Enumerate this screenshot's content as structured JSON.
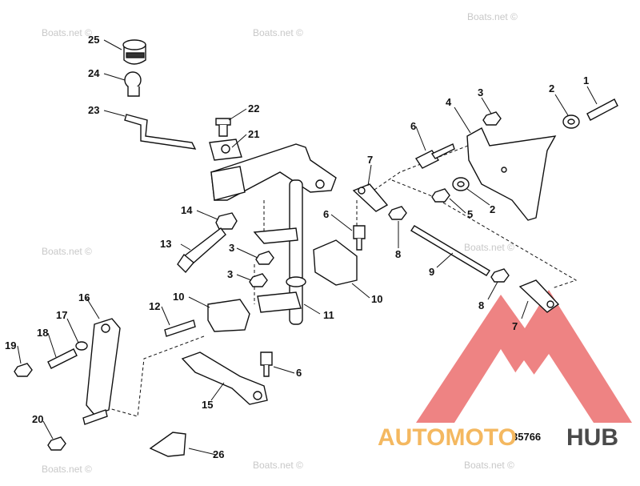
{
  "watermarks": [
    "Boats.net ©",
    "Boats.net ©",
    "Boats.net ©",
    "Boats.net ©",
    "Boats.net ©",
    "Boats.net ©",
    "Boats.net ©",
    "Boats.net ©"
  ],
  "figure_number": "35766",
  "logo": {
    "part1": "AUTOMOTO",
    "part2": "HUB",
    "accent": "#f4b860",
    "dark": "#4a4a4a",
    "triangle": "#e85a5a"
  },
  "callouts": [
    "25",
    "24",
    "23",
    "22",
    "21",
    "14",
    "13",
    "3",
    "3",
    "12",
    "10",
    "16",
    "17",
    "18",
    "19",
    "20",
    "15",
    "26",
    "6",
    "7",
    "6",
    "8",
    "10",
    "11",
    "4",
    "3",
    "2",
    "1",
    "5",
    "2",
    "9",
    "8",
    "7"
  ]
}
